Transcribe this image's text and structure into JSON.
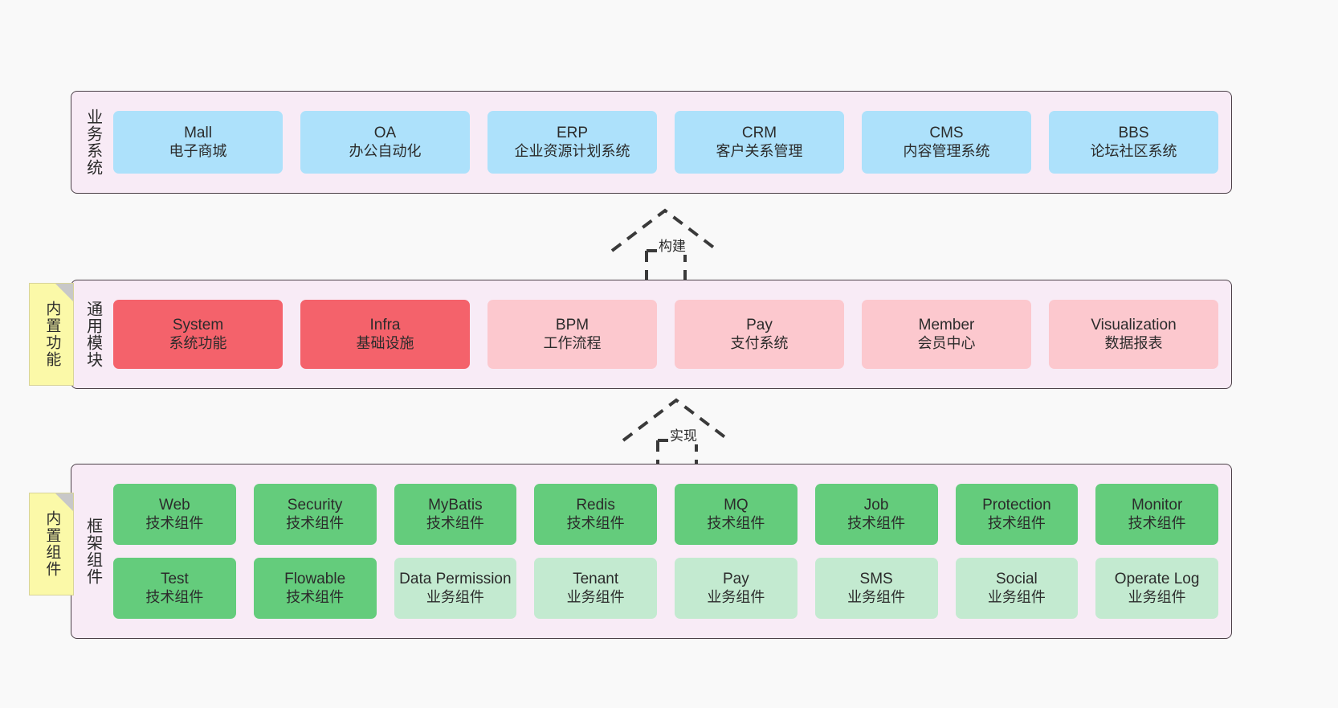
{
  "diagram": {
    "title_hidden": "",
    "colors": {
      "canvas_bg": "#f9f9f9",
      "layer_bg": "#f8ebf6",
      "layer_border": "#4c4148",
      "business_node": "#ade1fb",
      "module_core": "#f4626b",
      "module_optional": "#fcc8ce",
      "component_tech": "#64cc7c",
      "component_business": "#c3ead0",
      "note_bg": "#fbf9a8",
      "note_fold": "#c8c8c8"
    }
  },
  "layers": {
    "business": {
      "title": "业务系统",
      "nodes": [
        {
          "en": "Mall",
          "cn": "电子商城"
        },
        {
          "en": "OA",
          "cn": "办公自动化"
        },
        {
          "en": "ERP",
          "cn": "企业资源计划系统"
        },
        {
          "en": "CRM",
          "cn": "客户关系管理"
        },
        {
          "en": "CMS",
          "cn": "内容管理系统"
        },
        {
          "en": "BBS",
          "cn": "论坛社区系统"
        }
      ]
    },
    "module": {
      "title": "通用模块",
      "note": "内置功能",
      "nodes": [
        {
          "en": "System",
          "cn": "系统功能",
          "kind": "core"
        },
        {
          "en": "Infra",
          "cn": "基础设施",
          "kind": "core"
        },
        {
          "en": "BPM",
          "cn": "工作流程",
          "kind": "optional"
        },
        {
          "en": "Pay",
          "cn": "支付系统",
          "kind": "optional"
        },
        {
          "en": "Member",
          "cn": "会员中心",
          "kind": "optional"
        },
        {
          "en": "Visualization",
          "cn": "数据报表",
          "kind": "optional"
        }
      ]
    },
    "framework": {
      "title": "框架组件",
      "note": "内置组件",
      "row1": [
        {
          "en": "Web",
          "cn": "技术组件"
        },
        {
          "en": "Security",
          "cn": "技术组件"
        },
        {
          "en": "MyBatis",
          "cn": "技术组件"
        },
        {
          "en": "Redis",
          "cn": "技术组件"
        },
        {
          "en": "MQ",
          "cn": "技术组件"
        },
        {
          "en": "Job",
          "cn": "技术组件"
        },
        {
          "en": "Protection",
          "cn": "技术组件"
        },
        {
          "en": "Monitor",
          "cn": "技术组件"
        }
      ],
      "row2": [
        {
          "en": "Test",
          "cn": "技术组件",
          "kind": "tech"
        },
        {
          "en": "Flowable",
          "cn": "技术组件",
          "kind": "tech"
        },
        {
          "en": "Data Permission",
          "cn": "业务组件",
          "kind": "business"
        },
        {
          "en": "Tenant",
          "cn": "业务组件",
          "kind": "business"
        },
        {
          "en": "Pay",
          "cn": "业务组件",
          "kind": "business"
        },
        {
          "en": "SMS",
          "cn": "业务组件",
          "kind": "business"
        },
        {
          "en": "Social",
          "cn": "业务组件",
          "kind": "business"
        },
        {
          "en": "Operate Log",
          "cn": "业务组件",
          "kind": "business"
        }
      ]
    }
  },
  "connectors": [
    {
      "label": "构建",
      "from": "通用模块",
      "to": "业务系统"
    },
    {
      "label": "实现",
      "from": "框架组件",
      "to": "通用模块"
    }
  ]
}
